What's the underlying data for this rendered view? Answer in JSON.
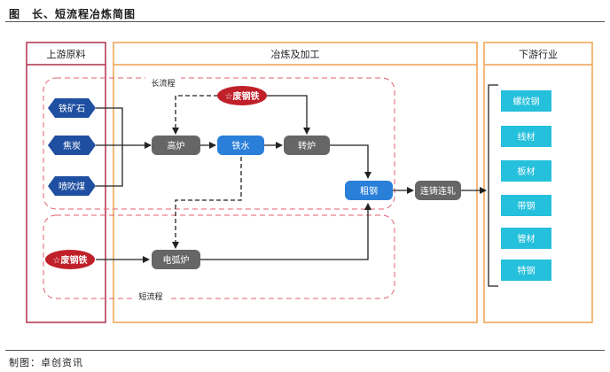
{
  "figure_title": "图　长、短流程冶炼简图",
  "source": "制图：卓创资讯",
  "sections": {
    "raw": "上游原料",
    "process": "冶炼及加工",
    "downstream": "下游行业"
  },
  "routes": {
    "long": "长流程",
    "short": "短流程"
  },
  "raw_materials": {
    "ore": "铁矿石",
    "coke": "焦炭",
    "pci": "喷吹煤",
    "scrap_long": "☆废钢铁",
    "scrap_short": "☆废钢铁"
  },
  "process_nodes": {
    "blast_furnace": "高炉",
    "hot_metal": "铁水",
    "converter": "转炉",
    "crude_steel": "粗钢",
    "casting": "连铸连轧",
    "eaf": "电弧炉"
  },
  "products": [
    "螺纹钢",
    "线材",
    "板材",
    "带钢",
    "管材",
    "特钢"
  ],
  "colors": {
    "raw_border": "#b0304a",
    "process_border": "#f0a050",
    "route_border": "#e06070",
    "ore_hex": "#1f4fa0",
    "scrap": "#c0202a",
    "gray_node": "#666666",
    "blue_node": "#2a7fd8",
    "product": "#25c0dc"
  }
}
